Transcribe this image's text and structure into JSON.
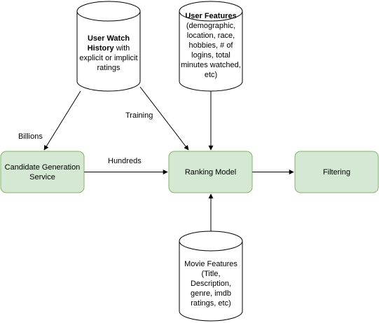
{
  "nodes": {
    "user_watch_history": {
      "bold": "User Watch History",
      "rest": " with explicit or implicit ratings"
    },
    "user_features": {
      "bold": "User Features",
      "rest": " (demographic, location, race, hobbies, # of logins, total minutes watched, etc)"
    },
    "candidate_generation": {
      "label": "Candidate Generation Service"
    },
    "ranking_model": {
      "label": "Ranking Model"
    },
    "filtering": {
      "label": "Filtering"
    },
    "movie_features": {
      "label": "Movie Features (Title, Description, genre, imdb ratings, etc)"
    }
  },
  "edges": {
    "billions": "Billions",
    "training": "Training",
    "hundreds": "Hundreds"
  },
  "colors": {
    "process_fill": "#d5e8d4",
    "process_stroke": "#82b366",
    "line": "#000000"
  }
}
